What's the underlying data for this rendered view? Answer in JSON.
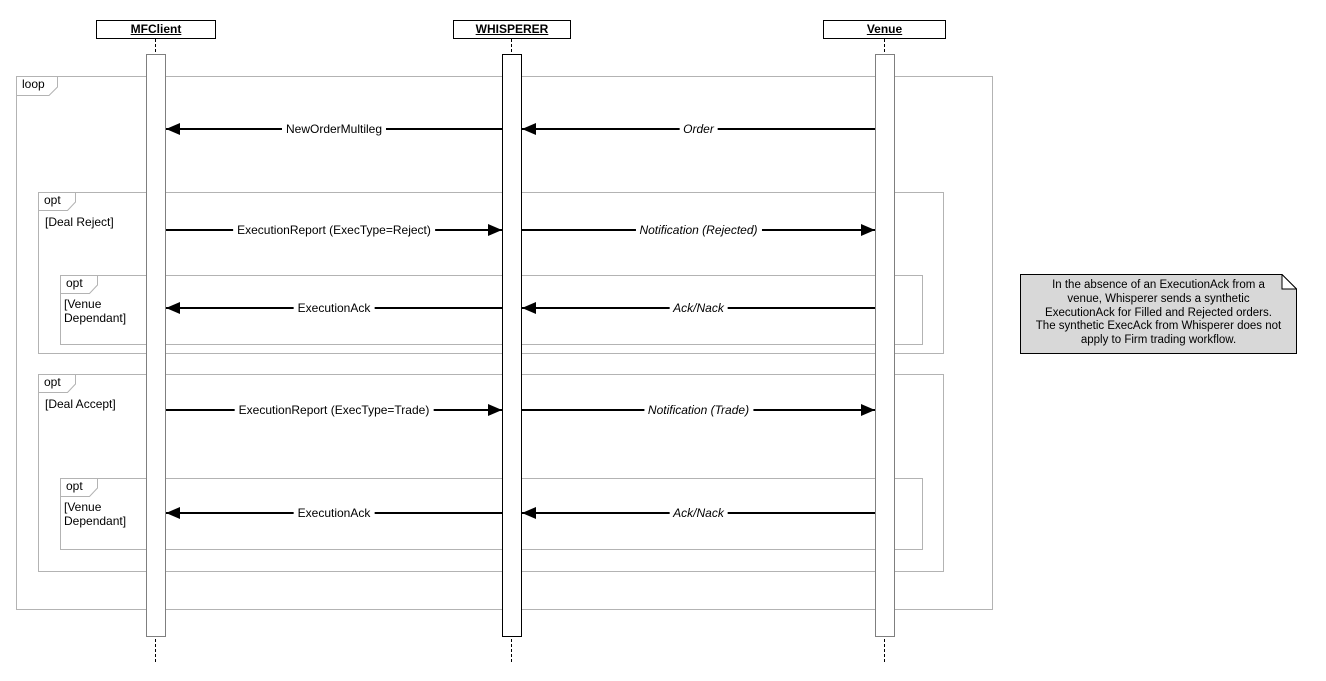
{
  "actors": [
    {
      "label": "MFClient"
    },
    {
      "label": "WHISPERER"
    },
    {
      "label": "Venue"
    }
  ],
  "fragments": {
    "loop": {
      "label": "loop"
    },
    "opt_deal_reject": {
      "label": "opt",
      "guard": "[Deal Reject]"
    },
    "opt_venue_dependant_1": {
      "label": "opt",
      "guard": "[Venue Dependant]"
    },
    "opt_deal_accept": {
      "label": "opt",
      "guard": "[Deal Accept]"
    },
    "opt_venue_dependant_2": {
      "label": "opt",
      "guard": "[Venue Dependant]"
    }
  },
  "messages": [
    {
      "label": "NewOrderMultileg",
      "from": "WHISPERER",
      "to": "MFClient",
      "italic": false
    },
    {
      "label": "Order",
      "from": "Venue",
      "to": "WHISPERER",
      "italic": true
    },
    {
      "label": "ExecutionReport (ExecType=Reject)",
      "from": "MFClient",
      "to": "WHISPERER",
      "italic": false
    },
    {
      "label": "Notification (Rejected)",
      "from": "WHISPERER",
      "to": "Venue",
      "italic": true
    },
    {
      "label": "ExecutionAck",
      "from": "WHISPERER",
      "to": "MFClient",
      "italic": false
    },
    {
      "label": "Ack/Nack",
      "from": "Venue",
      "to": "WHISPERER",
      "italic": true
    },
    {
      "label": "ExecutionReport (ExecType=Trade)",
      "from": "MFClient",
      "to": "WHISPERER",
      "italic": false
    },
    {
      "label": "Notification (Trade)",
      "from": "WHISPERER",
      "to": "Venue",
      "italic": true
    },
    {
      "label": "ExecutionAck",
      "from": "WHISPERER",
      "to": "MFClient",
      "italic": false
    },
    {
      "label": "Ack/Nack",
      "from": "Venue",
      "to": "WHISPERER",
      "italic": true
    }
  ],
  "note": {
    "text": "In the absence of an ExecutionAck from a venue, Whisperer sends a synthetic ExecutionAck for Filled and Rejected orders. The synthetic ExecAck from Whisperer does not apply to Firm trading workflow."
  },
  "colors": {
    "frame_border": "#b3b3b3",
    "activation_border_gray": "#7f7f7f",
    "activation_border_black": "#000000",
    "note_background": "#d8d8d8",
    "message_color": "#000000"
  }
}
